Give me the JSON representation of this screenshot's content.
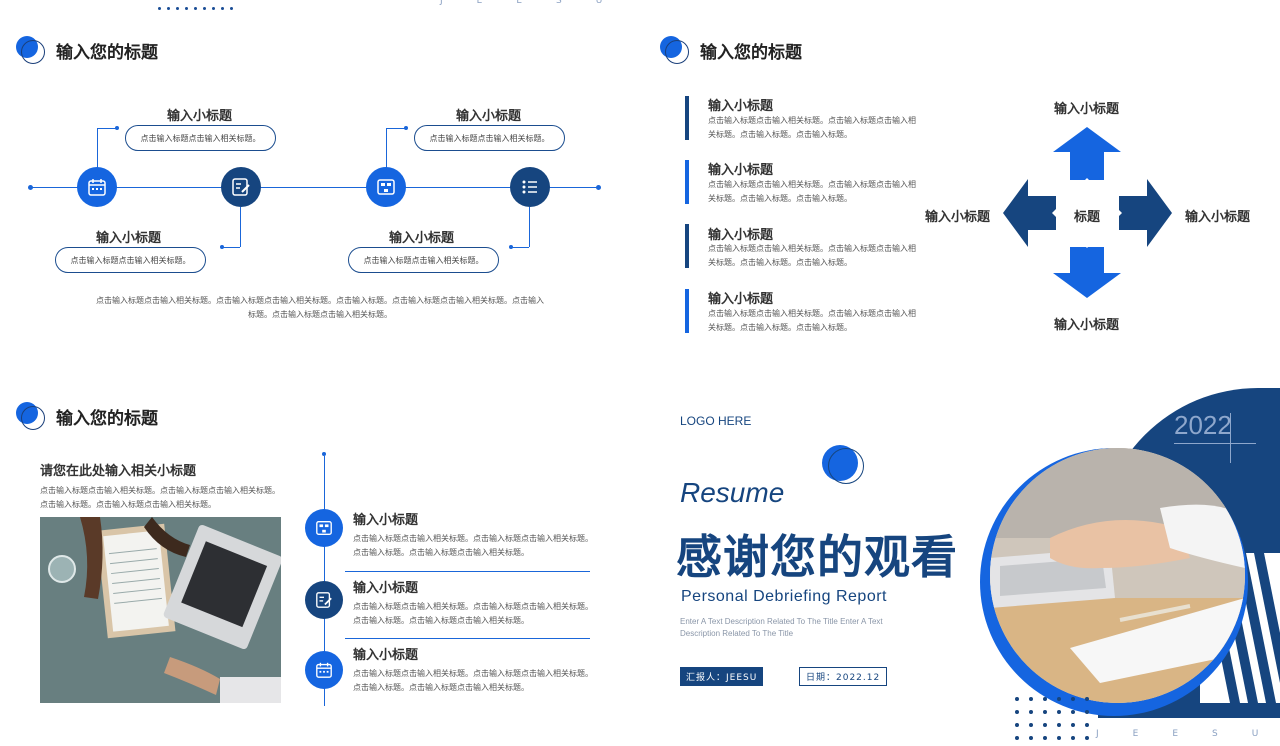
{
  "header": {
    "watermark": [
      "J",
      "E",
      "E",
      "S",
      "U"
    ]
  },
  "slide1": {
    "title": "输入您的标题",
    "items": [
      {
        "subtitle": "输入小标题",
        "desc": "点击输入标题点击输入相关标题。"
      },
      {
        "subtitle": "输入小标题",
        "desc": "点击输入标题点击输入相关标题。"
      },
      {
        "subtitle": "输入小标题",
        "desc": "点击输入标题点击输入相关标题。"
      },
      {
        "subtitle": "输入小标题",
        "desc": "点击输入标题点击输入相关标题。"
      }
    ],
    "footer_line1": "点击输入标题点击输入相关标题。点击输入标题点击输入相关标题。点击输入标题。点击输入标题点击输入相关标题。点击输入",
    "footer_line2": "标题。点击输入标题点击输入相关标题。"
  },
  "slide2": {
    "title": "输入您的标题",
    "list": [
      {
        "subtitle": "输入小标题",
        "line1": "点击输入标题点击输入相关标题。点击输入标题点击输入相",
        "line2": "关标题。点击输入标题。点击输入标题。"
      },
      {
        "subtitle": "输入小标题",
        "line1": "点击输入标题点击输入相关标题。点击输入标题点击输入相",
        "line2": "关标题。点击输入标题。点击输入标题。"
      },
      {
        "subtitle": "输入小标题",
        "line1": "点击输入标题点击输入相关标题。点击输入标题点击输入相",
        "line2": "关标题。点击输入标题。点击输入标题。"
      },
      {
        "subtitle": "输入小标题",
        "line1": "点击输入标题点击输入相关标题。点击输入标题点击输入相",
        "line2": "关标题。点击输入标题。点击输入标题。"
      }
    ],
    "arrows": {
      "top": "输入小标题",
      "left": "输入小标题",
      "right": "输入小标题",
      "bottom": "输入小标题",
      "center": "标题"
    }
  },
  "slide3": {
    "title": "输入您的标题",
    "heading": "请您在此处输入相关小标题",
    "intro_line1": "点击输入标题点击输入相关标题。点击输入标题点击输入相关标题。",
    "intro_line2": "点击输入标题。点击输入标题点击输入相关标题。",
    "items": [
      {
        "subtitle": "输入小标题",
        "line1": "点击输入标题点击输入相关标题。点击输入标题点击输入相关标题。",
        "line2": "点击输入标题。点击输入标题点击输入相关标题。"
      },
      {
        "subtitle": "输入小标题",
        "line1": "点击输入标题点击输入相关标题。点击输入标题点击输入相关标题。",
        "line2": "点击输入标题。点击输入标题点击输入相关标题。"
      },
      {
        "subtitle": "输入小标题",
        "line1": "点击输入标题点击输入相关标题。点击输入标题点击输入相关标题。",
        "line2": "点击输入标题。点击输入标题点击输入相关标题。"
      }
    ]
  },
  "slide4": {
    "logo": "LOGO HERE",
    "resume": "Resume",
    "thanks": "感谢您的观看",
    "report": "Personal Debriefing Report",
    "desc_line1": "Enter A Text Description Related To The Title Enter A Text",
    "desc_line2": "Description Related To The Title",
    "reporter": "汇报人：JEESU",
    "date": "日期：2022.12",
    "year": "2022"
  },
  "colors": {
    "blue": "#1565e0",
    "navy": "#16457f",
    "line": "#1a66d9"
  }
}
